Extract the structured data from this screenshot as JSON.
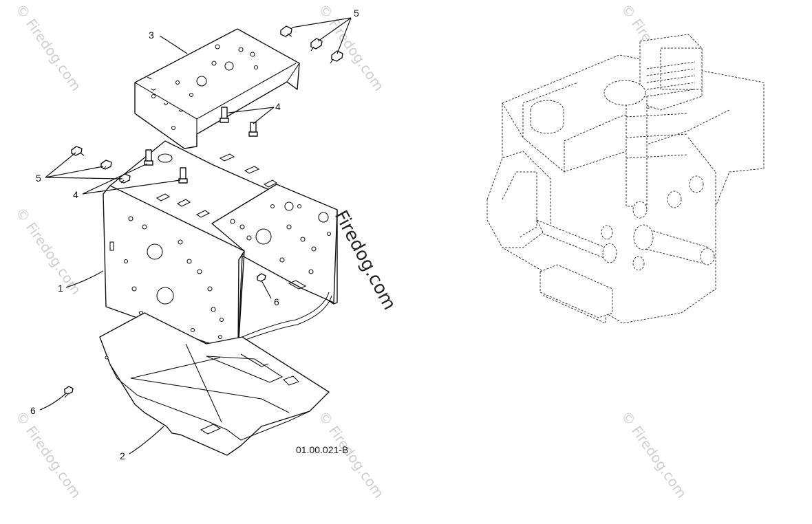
{
  "callouts": {
    "c1": "1",
    "c2": "2",
    "c3": "3",
    "c4a": "4",
    "c4b": "4",
    "c5a": "5",
    "c5b": "5",
    "c6a": "6",
    "c6b": "6"
  },
  "drawing_code": "01.00.021-B",
  "watermark": {
    "text": "© Firedog.com",
    "overlay": "Firedog.com"
  },
  "colors": {
    "line": "#111111",
    "watermark": "#cfcfcf",
    "background": "#ffffff"
  }
}
